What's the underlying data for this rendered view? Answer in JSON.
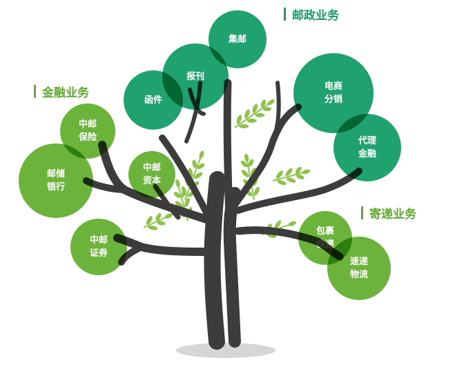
{
  "categories": {
    "postal": "邮政业务",
    "finance": "金融业务",
    "delivery": "寄递业务"
  },
  "bubbles": {
    "jiyou": [
      "集邮"
    ],
    "baokan": [
      "报刊"
    ],
    "hanjian": [
      "函件"
    ],
    "dianshang": [
      "电商",
      "分销"
    ],
    "daili": [
      "代理",
      "金融"
    ],
    "baoxian": [
      "中邮",
      "保险"
    ],
    "yinhang": [
      "邮储",
      "银行"
    ],
    "ziben": [
      "中邮",
      "资本"
    ],
    "zhengquan": [
      "中邮",
      "证券"
    ],
    "baoguo": [
      "包裹",
      "快递"
    ],
    "sudi": [
      "速递",
      "物流"
    ]
  },
  "colors": {
    "postal_bubble": "#1fa26f",
    "finance_bubble": "#6bb33a",
    "trunk": "#3c3c3c",
    "leaf": "#8cc24a",
    "ground": "#d6d6d6"
  }
}
